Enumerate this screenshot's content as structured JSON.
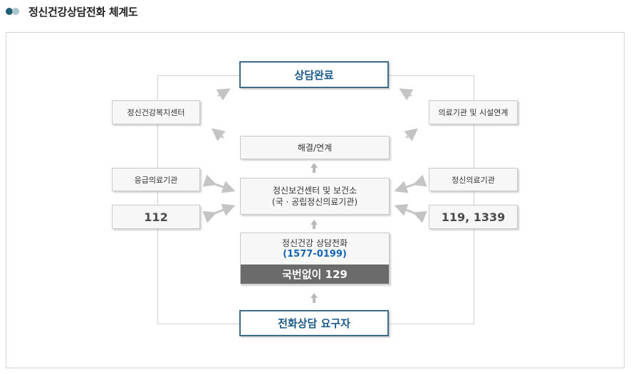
{
  "title": "정신건강상담전화 체계도",
  "colors": {
    "accent_dark": "#1f5f73",
    "accent_light": "#a9c4cc",
    "main_border": "#3d6b86",
    "main_text": "#1a5a8a",
    "phone_blue": "#1666b8",
    "dark_band": "#6b6b6b"
  },
  "diagram": {
    "top": "상담완료",
    "bottom": "전화상담 요구자",
    "resolve": "해결/연계",
    "center_line1": "정신보건센터 및 보건소",
    "center_line2": "(국 · 공립정신의료기관)",
    "hotline_label": "정신건강 상담전화",
    "hotline_number": "(1577-0199)",
    "hotline_short": "국번없이 129",
    "left": {
      "welfare": "정신건강복지센터",
      "emergency": "응급의료기관",
      "emergency_number": "112"
    },
    "right": {
      "linkage": "의료기관 및 시설연계",
      "psychiatric": "정신의료기관",
      "psychiatric_number": "119, 1339"
    }
  },
  "icons": [
    "double-arrow-icon",
    "up-arrow-icon",
    "diagonal-arrow-icon"
  ]
}
